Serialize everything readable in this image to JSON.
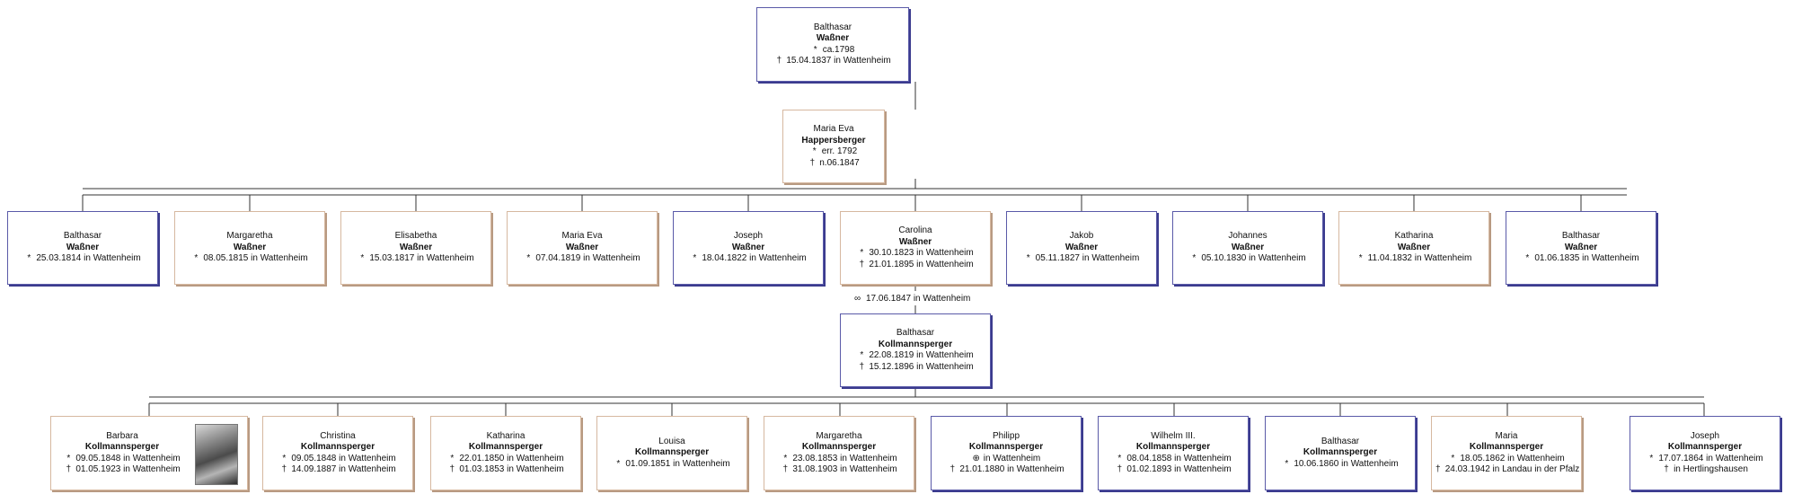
{
  "symbols": {
    "born": "*",
    "died": "†",
    "baptized": "⊕",
    "married": "∞"
  },
  "colors": {
    "male_border": "#5a5aa8",
    "female_border": "#d6b8a0",
    "line": "#333333"
  },
  "root": {
    "first": "Balthasar",
    "surname": "Waßner",
    "lines": [
      [
        "*",
        "ca.1798"
      ],
      [
        "†",
        "15.04.1837 in Wattenheim"
      ]
    ]
  },
  "spouse": {
    "first": "Maria Eva",
    "surname": "Happersberger",
    "lines": [
      [
        "*",
        "err. 1792"
      ],
      [
        "†",
        "n.06.1847"
      ]
    ]
  },
  "children": [
    {
      "first": "Balthasar",
      "surname": "Waßner",
      "lines": [
        [
          "*",
          "25.03.1814 in Wattenheim"
        ]
      ]
    },
    {
      "first": "Margaretha",
      "surname": "Waßner",
      "lines": [
        [
          "*",
          "08.05.1815 in Wattenheim"
        ]
      ]
    },
    {
      "first": "Elisabetha",
      "surname": "Waßner",
      "lines": [
        [
          "*",
          "15.03.1817 in Wattenheim"
        ]
      ]
    },
    {
      "first": "Maria Eva",
      "surname": "Waßner",
      "lines": [
        [
          "*",
          "07.04.1819 in Wattenheim"
        ]
      ]
    },
    {
      "first": "Joseph",
      "surname": "Waßner",
      "lines": [
        [
          "*",
          "18.04.1822 in Wattenheim"
        ]
      ]
    },
    {
      "first": "Carolina",
      "surname": "Waßner",
      "lines": [
        [
          "*",
          "30.10.1823 in Wattenheim"
        ],
        [
          "†",
          "21.01.1895 in Wattenheim"
        ]
      ]
    },
    {
      "first": "Jakob",
      "surname": "Waßner",
      "lines": [
        [
          "*",
          "05.11.1827 in Wattenheim"
        ]
      ]
    },
    {
      "first": "Johannes",
      "surname": "Waßner",
      "lines": [
        [
          "*",
          "05.10.1830 in Wattenheim"
        ]
      ]
    },
    {
      "first": "Katharina",
      "surname": "Waßner",
      "lines": [
        [
          "*",
          "11.04.1832 in Wattenheim"
        ]
      ]
    },
    {
      "first": "Balthasar",
      "surname": "Waßner",
      "lines": [
        [
          "*",
          "01.06.1835 in Wattenheim"
        ]
      ]
    }
  ],
  "marriage": {
    "symbol": "∞",
    "text": "17.06.1847 in Wattenheim"
  },
  "carolina_spouse": {
    "first": "Balthasar",
    "surname": "Kollmannsperger",
    "lines": [
      [
        "*",
        "22.08.1819 in Wattenheim"
      ],
      [
        "†",
        "15.12.1896 in Wattenheim"
      ]
    ]
  },
  "grandchildren": [
    {
      "first": "Barbara",
      "surname": "Kollmannsperger",
      "lines": [
        [
          "*",
          "09.05.1848 in Wattenheim"
        ],
        [
          "†",
          "01.05.1923 in Wattenheim"
        ]
      ]
    },
    {
      "first": "Christina",
      "surname": "Kollmannsperger",
      "lines": [
        [
          "*",
          "09.05.1848 in Wattenheim"
        ],
        [
          "†",
          "14.09.1887 in Wattenheim"
        ]
      ]
    },
    {
      "first": "Katharina",
      "surname": "Kollmannsperger",
      "lines": [
        [
          "*",
          "22.01.1850 in Wattenheim"
        ],
        [
          "†",
          "01.03.1853 in Wattenheim"
        ]
      ]
    },
    {
      "first": "Louisa",
      "surname": "Kollmannsperger",
      "lines": [
        [
          "*",
          "01.09.1851 in Wattenheim"
        ]
      ]
    },
    {
      "first": "Margaretha",
      "surname": "Kollmannsperger",
      "lines": [
        [
          "*",
          "23.08.1853 in Wattenheim"
        ],
        [
          "†",
          "31.08.1903 in Wattenheim"
        ]
      ]
    },
    {
      "first": "Philipp",
      "surname": "Kollmannsperger",
      "lines": [
        [
          "⊕",
          "in Wattenheim"
        ],
        [
          "†",
          "21.01.1880 in Wattenheim"
        ]
      ]
    },
    {
      "first": "Wilhelm III.",
      "surname": "Kollmannsperger",
      "lines": [
        [
          "*",
          "08.04.1858 in Wattenheim"
        ],
        [
          "†",
          "01.02.1893 in Wattenheim"
        ]
      ]
    },
    {
      "first": "Balthasar",
      "surname": "Kollmannsperger",
      "lines": [
        [
          "*",
          "10.06.1860 in Wattenheim"
        ]
      ]
    },
    {
      "first": "Maria",
      "surname": "Kollmannsperger",
      "lines": [
        [
          "*",
          "18.05.1862 in Wattenheim"
        ],
        [
          "†",
          "24.03.1942 in Landau in der Pfalz"
        ]
      ]
    },
    {
      "first": "Joseph",
      "surname": "Kollmannsperger",
      "lines": [
        [
          "*",
          "17.07.1864 in Wattenheim"
        ],
        [
          "†",
          "in Hertlingshausen"
        ]
      ]
    }
  ]
}
